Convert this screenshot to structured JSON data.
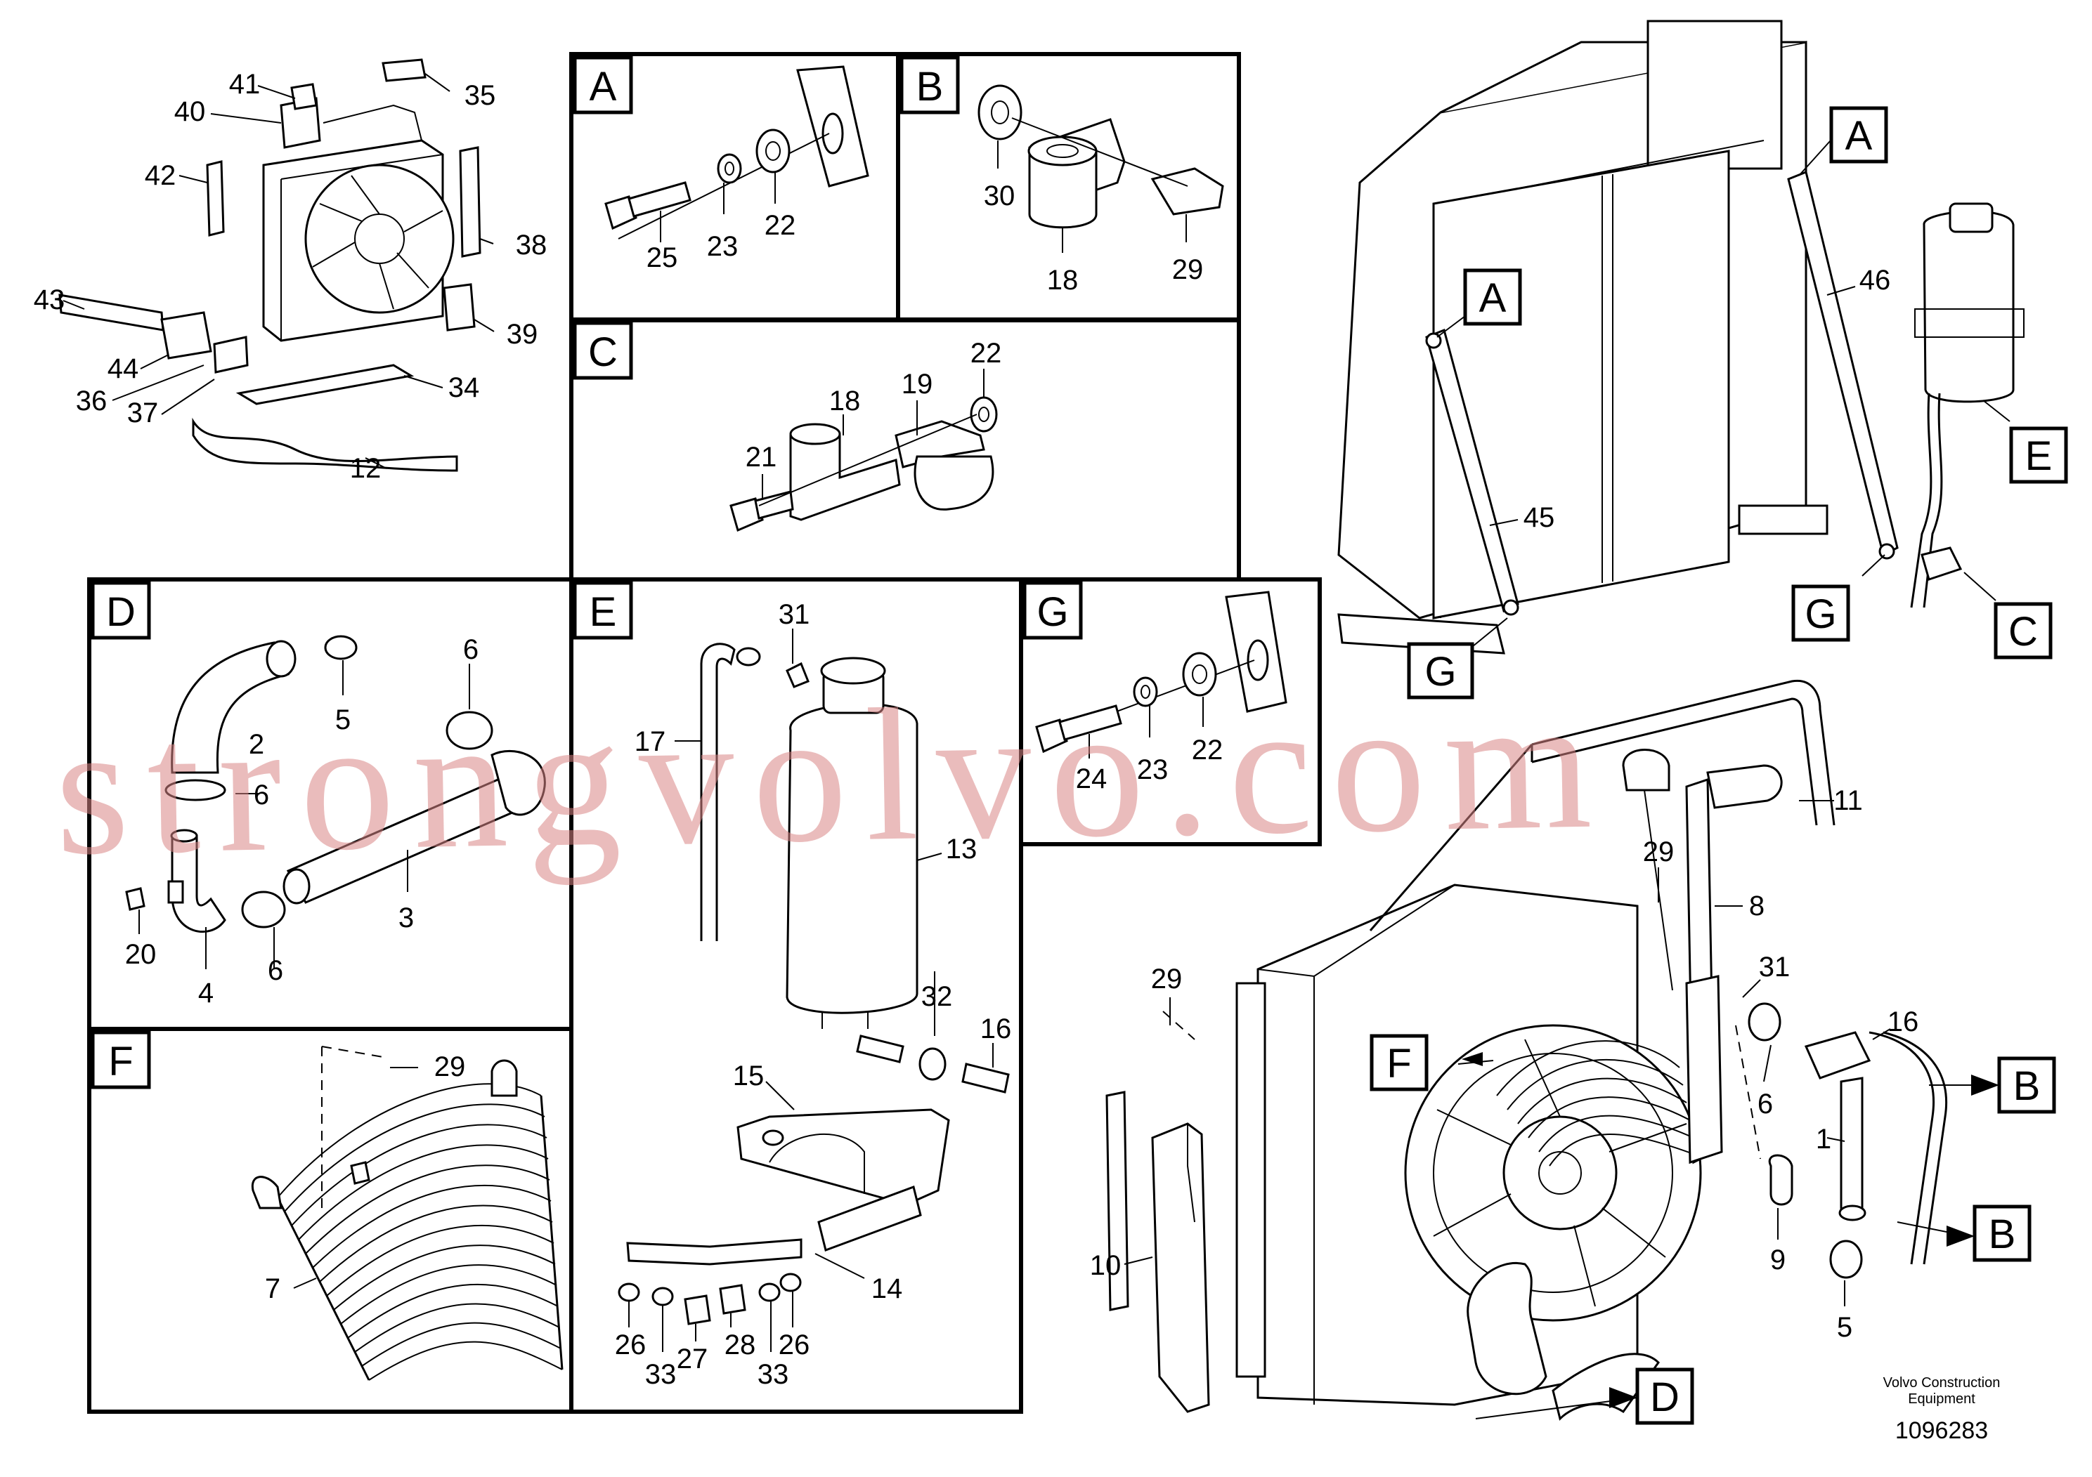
{
  "footer": {
    "maker_line1": "Volvo Construction",
    "maker_line2": "Equipment",
    "diagram_number": "1096283"
  },
  "watermark": "strongvolvo.com",
  "panel_letters": {
    "A": "A",
    "B": "B",
    "C": "C",
    "D": "D",
    "E": "E",
    "F": "F",
    "G": "G"
  },
  "callouts": {
    "overview": [
      "41",
      "35",
      "40",
      "42",
      "38",
      "39",
      "43",
      "44",
      "36",
      "37",
      "34",
      "12"
    ],
    "panel_A": [
      "25",
      "23",
      "22"
    ],
    "panel_B": [
      "30",
      "18",
      "29"
    ],
    "panel_C": [
      "18",
      "19",
      "22",
      "21"
    ],
    "panel_D": [
      "5",
      "6",
      "2",
      "6",
      "3",
      "20",
      "4",
      "6"
    ],
    "panel_E": [
      "31",
      "17",
      "13",
      "32",
      "16",
      "15",
      "14",
      "26",
      "33",
      "27",
      "28",
      "33",
      "26"
    ],
    "panel_F": [
      "29",
      "7"
    ],
    "panel_G": [
      "24",
      "23",
      "22"
    ],
    "assembly_top": [
      "46",
      "45"
    ],
    "assembly_bottom": [
      "11",
      "29",
      "8",
      "31",
      "16",
      "29",
      "6",
      "1",
      "10",
      "9",
      "5"
    ]
  },
  "view_tags": {
    "top_A1": "A",
    "top_A2": "A",
    "top_E": "E",
    "top_G1": "G",
    "top_G2": "G",
    "top_C": "C",
    "bot_F": "F",
    "bot_B1": "B",
    "bot_B2": "B",
    "bot_D": "D"
  }
}
